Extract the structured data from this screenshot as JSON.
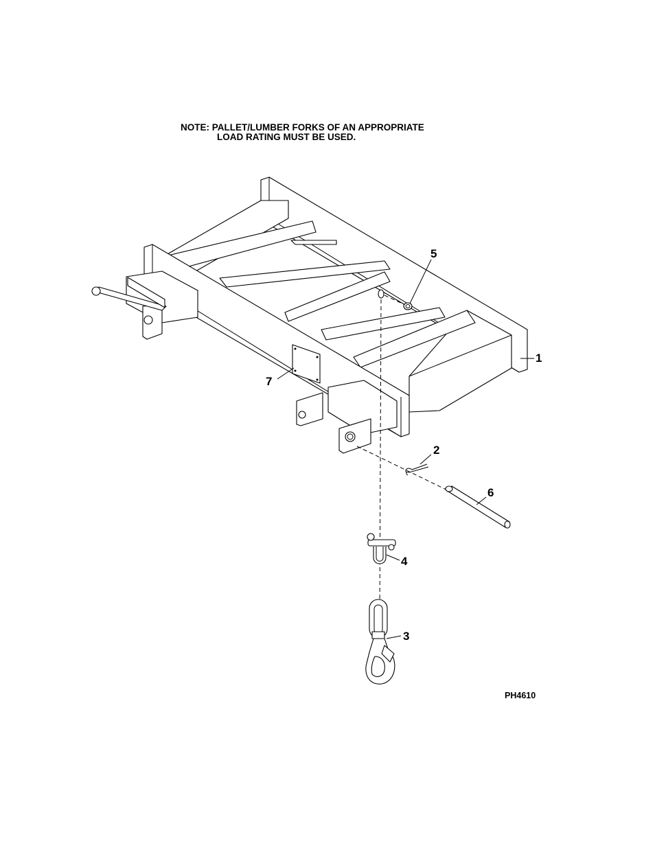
{
  "note": {
    "line1": "NOTE: PALLET/LUMBER FORKS OF AN APPROPRIATE",
    "line2": "LOAD RATING MUST BE USED."
  },
  "callouts": [
    "1",
    "2",
    "3",
    "4",
    "5",
    "6",
    "7"
  ],
  "figure_id": "PH4610"
}
